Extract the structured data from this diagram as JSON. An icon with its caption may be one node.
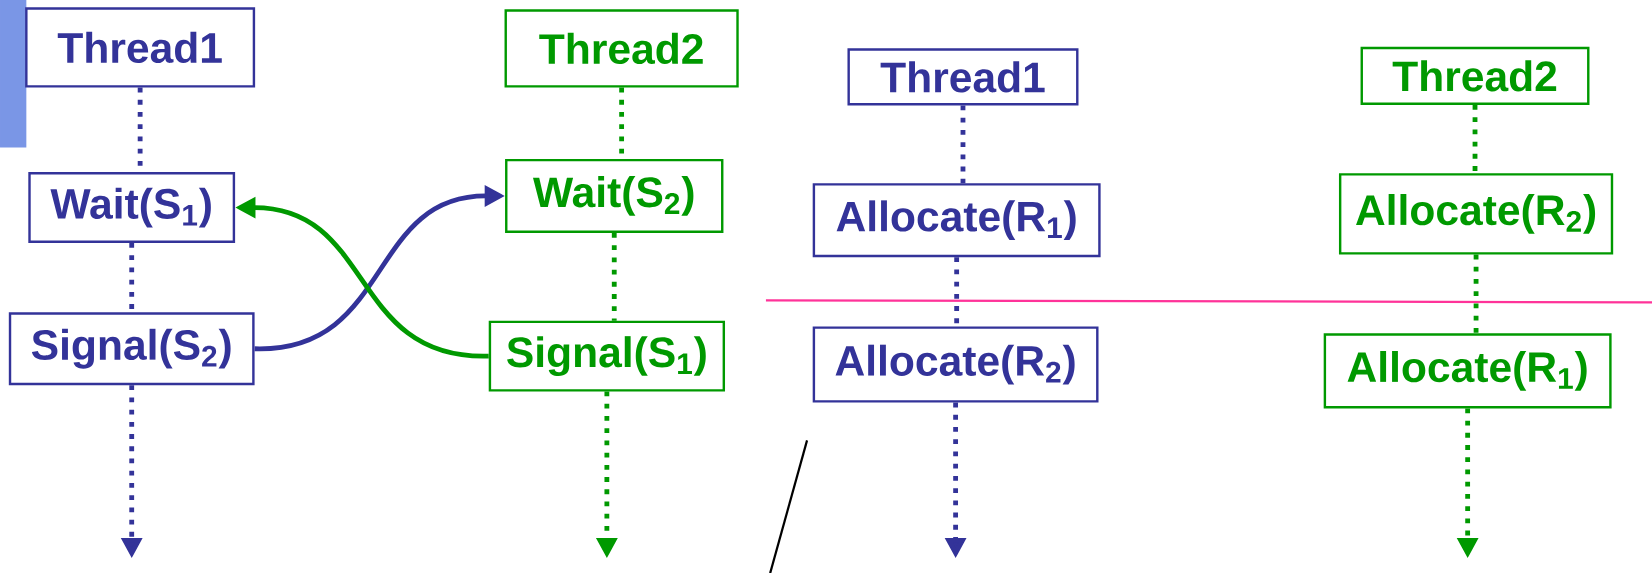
{
  "diagram": {
    "nodes": [
      {
        "text": [
          "Thread1"
        ]
      },
      {
        "text": [
          "Wait(S$_{1}$)"
        ]
      },
      {
        "text": [
          "Signal(S$_{2}$)"
        ]
      },
      {
        "text": [
          "Thread2"
        ]
      },
      {
        "text": [
          "Wait(S$_{2}$)"
        ]
      },
      {
        "text": [
          "Signal(S$_{1}$)"
        ]
      },
      {
        "text": [
          "Thread1"
        ]
      },
      {
        "text": [
          "Allocate(R$_{1}$)"
        ]
      },
      {
        "text": [
          "Allocate(R$_{2}$)"
        ]
      },
      {
        "text": [
          "Thread2"
        ]
      },
      {
        "text": [
          "Allocate(R$_{2}$)"
        ]
      },
      {
        "text": [
          "Allocate(R$_{1}$)"
        ]
      }
    ],
    "edges": [
      {
        "from": 0,
        "to": 1,
        "arrow": "none",
        "style": "dashed",
        "color": "#333399"
      },
      {
        "from": 1,
        "to": 2,
        "arrow": "none",
        "style": "dashed",
        "color": "#333399"
      },
      {
        "from": 2,
        "to": null,
        "arrow": "to",
        "style": "dashed",
        "color": "#333399"
      },
      {
        "from": 3,
        "to": 4,
        "arrow": "none",
        "style": "dashed",
        "color": "#009900"
      },
      {
        "from": 4,
        "to": 5,
        "arrow": "none",
        "style": "dashed",
        "color": "#009900"
      },
      {
        "from": 5,
        "to": null,
        "arrow": "to",
        "style": "dashed",
        "color": "#009900"
      },
      {
        "from": 2,
        "to": 4,
        "arrow": "to",
        "color": "#333399"
      },
      {
        "from": 5,
        "to": 1,
        "arrow": "to",
        "color": "#009900"
      },
      {
        "from": 6,
        "to": 7,
        "arrow": "none",
        "style": "dashed",
        "color": "#333399"
      },
      {
        "from": 7,
        "to": 8,
        "arrow": "none",
        "style": "dashed",
        "color": "#333399"
      },
      {
        "from": 8,
        "to": null,
        "arrow": "to",
        "style": "dashed",
        "color": "#333399"
      },
      {
        "from": 9,
        "to": 10,
        "arrow": "none",
        "style": "dashed",
        "color": "#009900"
      },
      {
        "from": 10,
        "to": 11,
        "arrow": "none",
        "style": "dashed",
        "color": "#009900"
      },
      {
        "from": 11,
        "to": null,
        "arrow": "to",
        "style": "dashed",
        "color": "#009900"
      }
    ]
  }
}
